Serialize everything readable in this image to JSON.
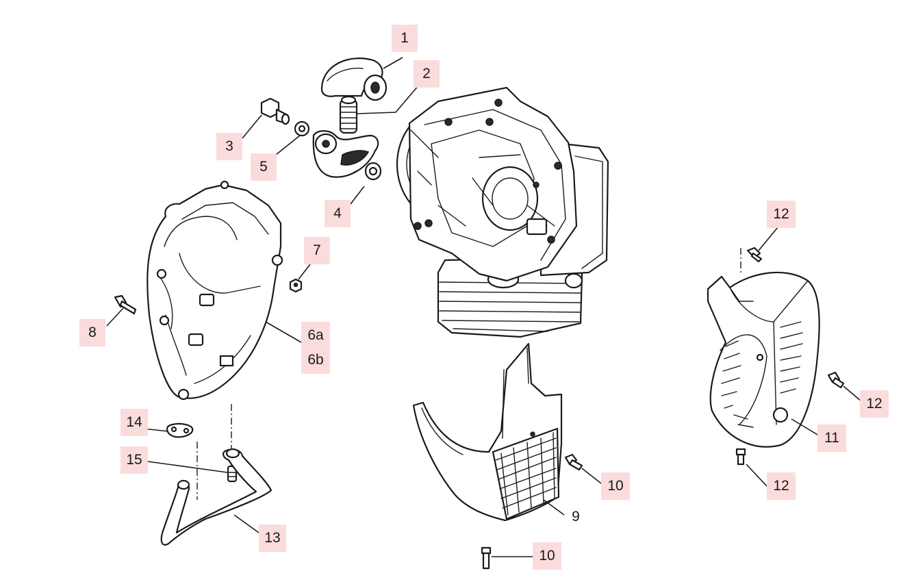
{
  "callouts": {
    "c1": "1",
    "c2": "2",
    "c3": "3",
    "c4": "4",
    "c5": "5",
    "c6a": "6a",
    "c6b": "6b",
    "c7": "7",
    "c8": "8",
    "c9": "9",
    "c10a": "10",
    "c10b": "10",
    "c11": "11",
    "c12a": "12",
    "c12b": "12",
    "c12c": "12",
    "c13": "13",
    "c14": "14",
    "c15": "15"
  },
  "colors": {
    "label_background": "#fbdcdc",
    "line": "#1a1a1a"
  }
}
